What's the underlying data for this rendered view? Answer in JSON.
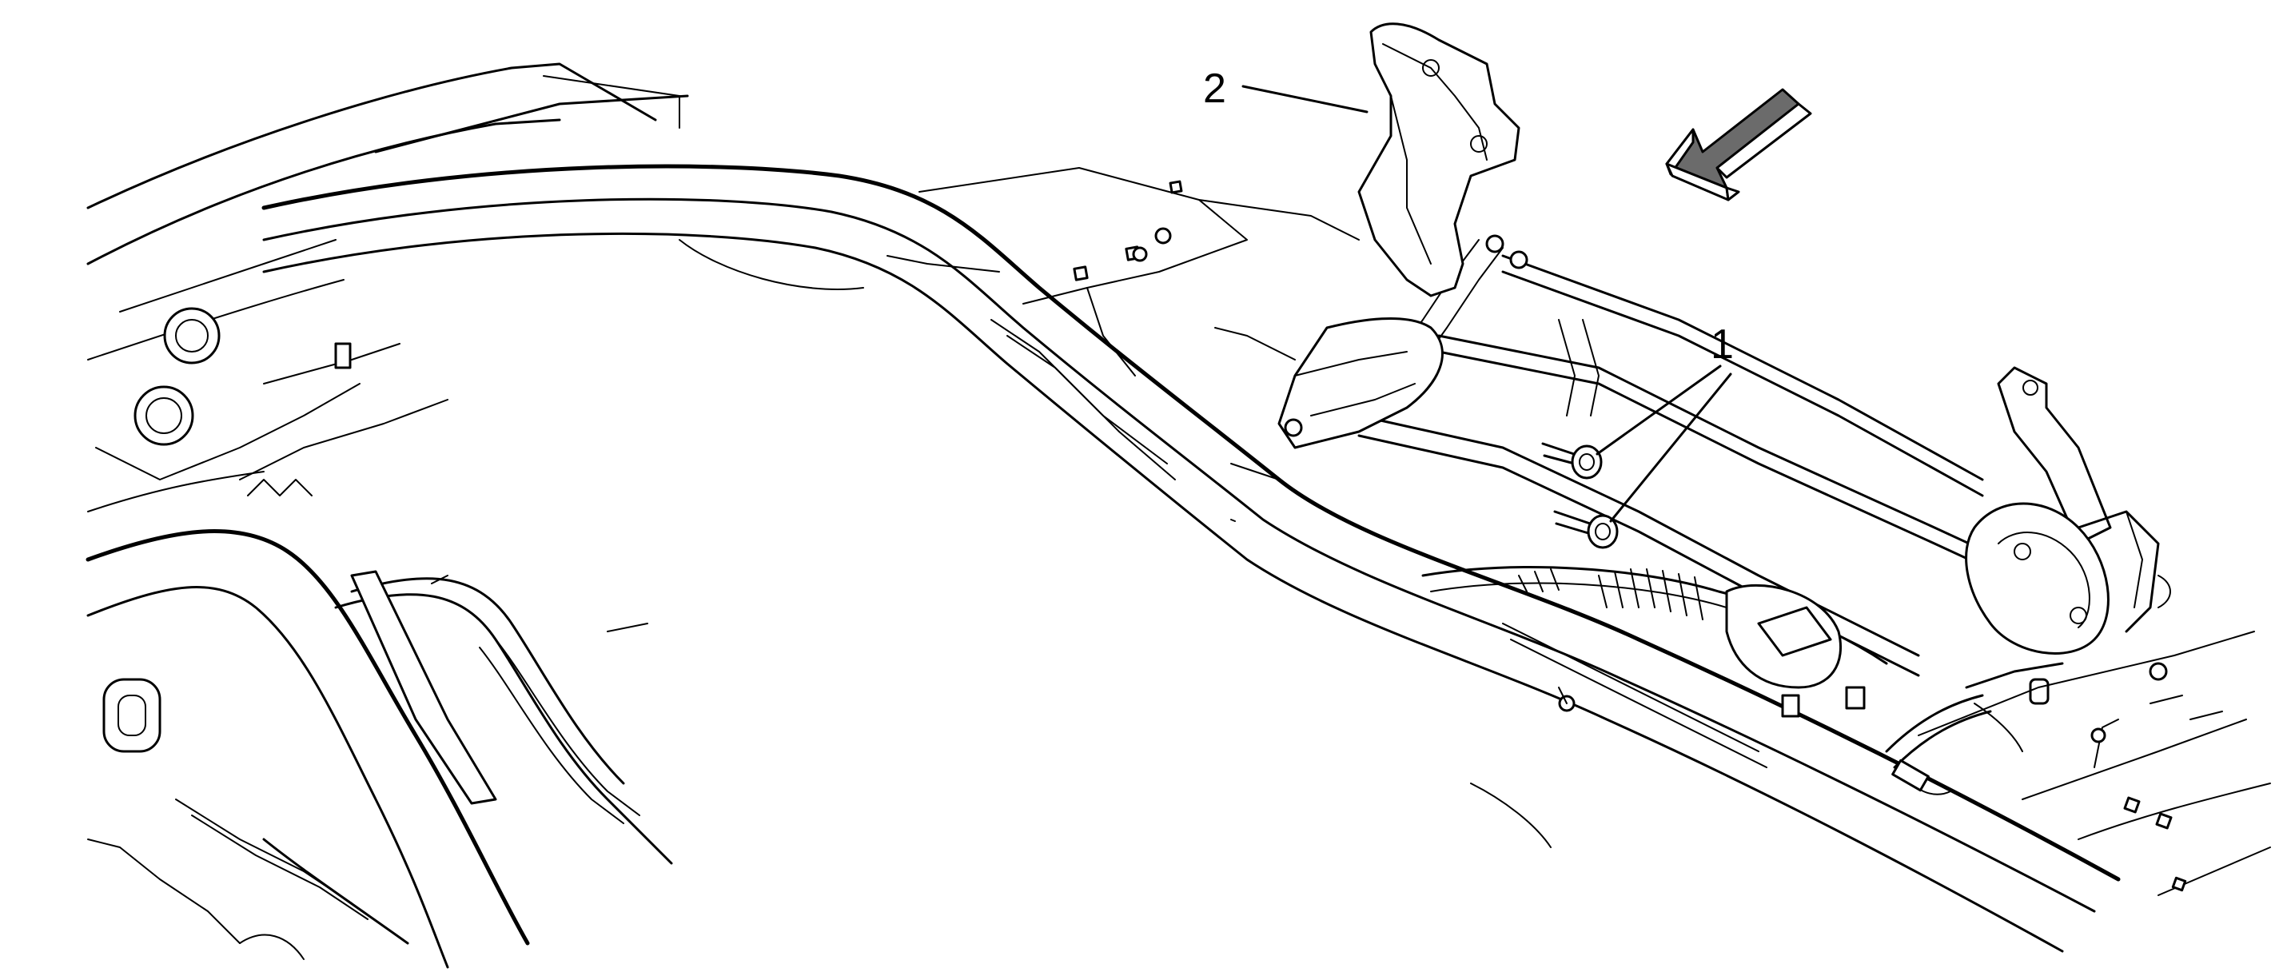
{
  "callouts": [
    {
      "id": "1",
      "label": "1"
    },
    {
      "id": "2",
      "label": "2"
    }
  ],
  "icons": {
    "direction_arrow": "forward-arrow-icon"
  },
  "colors": {
    "line": "#000000",
    "background": "#ffffff",
    "arrow_fill": "#6b6b6b"
  }
}
